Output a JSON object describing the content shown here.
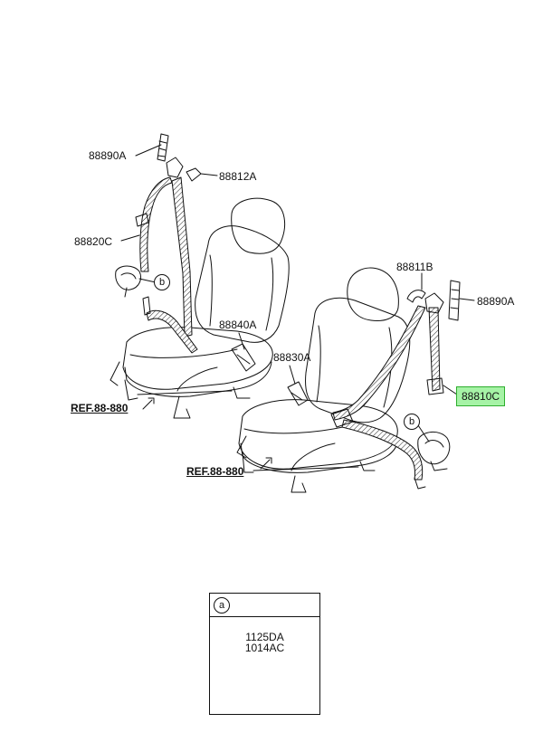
{
  "labels": {
    "p88890a_left": "88890A",
    "p88812a": "88812A",
    "p88820c": "88820C",
    "p88840a": "88840A",
    "p88830a": "88830A",
    "p88811b": "88811B",
    "p88890a_right": "88890A",
    "p88810c": "88810C"
  },
  "refs": {
    "left": "REF.88-880",
    "right": "REF.88-880"
  },
  "callouts": {
    "b_left": "b",
    "b_right": "b"
  },
  "inset": {
    "circle": "a",
    "part1": "1125DA",
    "part2": "1014AC"
  },
  "colors": {
    "highlight_fill": "#a6f3a6",
    "highlight_border": "#2eae2e",
    "line": "#111111"
  }
}
